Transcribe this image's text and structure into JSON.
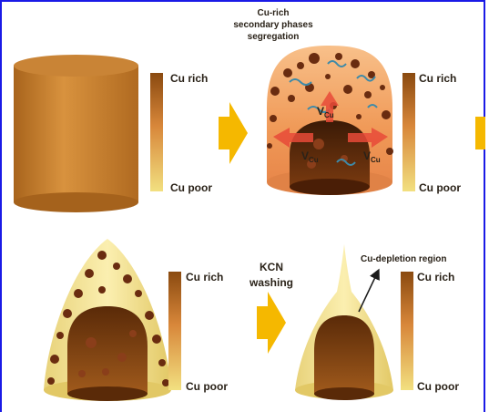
{
  "colors": {
    "border": "#1a1ae6",
    "cu_rich": "#8a4a10",
    "cu_poor": "#f2e080",
    "arrow": "#f5b800",
    "dome": "#f3a56b",
    "vacancy_arrow": "#e84a38"
  },
  "panel1": {
    "bar_top": "Cu rich",
    "bar_bottom": "Cu poor"
  },
  "panel2": {
    "annotation": [
      "Cu-rich",
      "secondary phases",
      "segregation"
    ],
    "vacancy": {
      "base": "V",
      "sub": "Cu"
    },
    "bar_top": "Cu rich",
    "bar_bottom": "Cu poor"
  },
  "panel3": {
    "bar_top": "Cu rich",
    "bar_bottom": "Cu poor"
  },
  "panel4": {
    "process": [
      "KCN",
      "washing"
    ],
    "annotation": "Cu-depletion region",
    "bar_top": "Cu rich",
    "bar_bottom": "Cu poor"
  }
}
